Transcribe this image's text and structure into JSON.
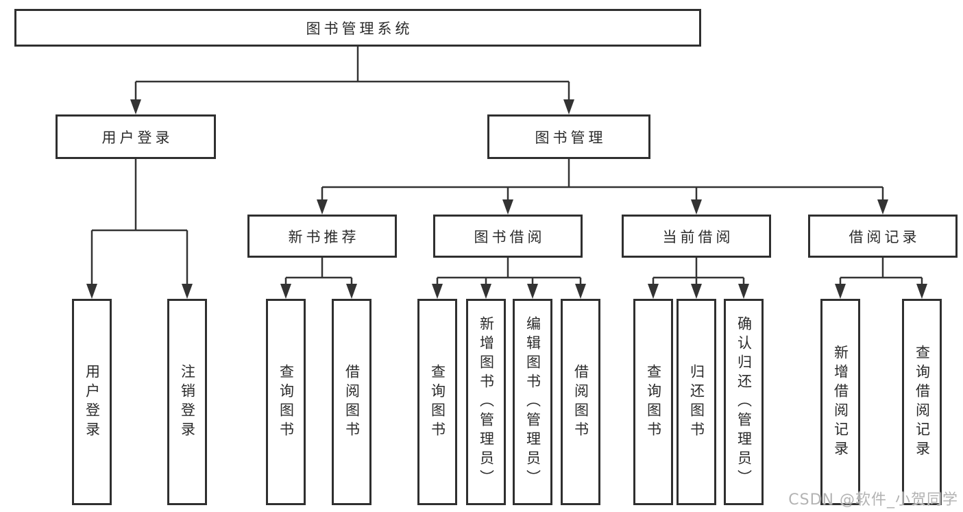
{
  "diagram": {
    "root": {
      "label": "图书管理系统"
    },
    "level2": [
      {
        "label": "用户登录",
        "children": [
          {
            "label": "用户登录"
          },
          {
            "label": "注销登录"
          }
        ]
      },
      {
        "label": "图书管理",
        "children": [
          {
            "label": "新书推荐",
            "children": [
              {
                "label": "查询图书"
              },
              {
                "label": "借阅图书"
              }
            ]
          },
          {
            "label": "图书借阅",
            "children": [
              {
                "label": "查询图书"
              },
              {
                "label": "新增图书（管理员）"
              },
              {
                "label": "编辑图书（管理员）"
              },
              {
                "label": "借阅图书"
              }
            ]
          },
          {
            "label": "当前借阅",
            "children": [
              {
                "label": "查询图书"
              },
              {
                "label": "归还图书"
              },
              {
                "label": "确认归还（管理员）"
              }
            ]
          },
          {
            "label": "借阅记录",
            "children": [
              {
                "label": "新增借阅记录"
              },
              {
                "label": "查询借阅记录"
              }
            ]
          }
        ]
      }
    ]
  },
  "watermark": {
    "text": "CSDN @软件_小贺同学"
  },
  "colors": {
    "line": "#333333",
    "box_border": "#2f2f2f",
    "text": "#2b2b2b",
    "watermark": "#b3b3b3",
    "background": "#ffffff"
  }
}
